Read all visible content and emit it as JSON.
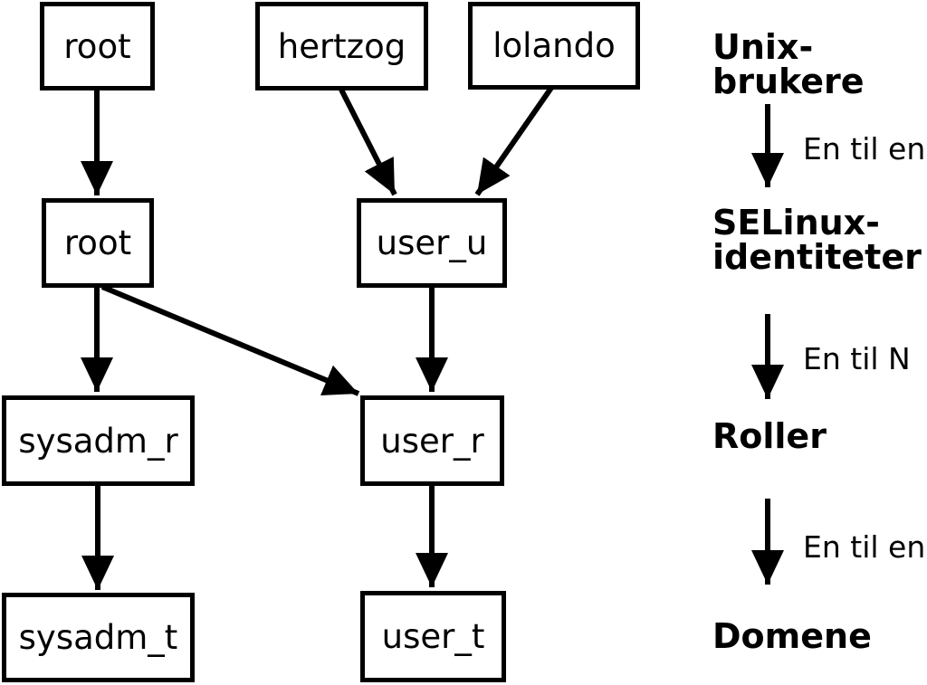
{
  "diagram": {
    "title_visible": false,
    "colors": {
      "foreground": "#000000",
      "background": "#ffffff"
    },
    "nodes": {
      "unix_root": "root",
      "unix_hertzog": "hertzog",
      "unix_lolando": "lolando",
      "selinux_root": "root",
      "selinux_user_u": "user_u",
      "role_sysadm_r": "sysadm_r",
      "role_user_r": "user_r",
      "domain_sysadm_t": "sysadm_t",
      "domain_user_t": "user_t"
    },
    "edges": [
      {
        "from": "unix_root",
        "to": "selinux_root"
      },
      {
        "from": "unix_hertzog",
        "to": "selinux_user_u"
      },
      {
        "from": "unix_lolando",
        "to": "selinux_user_u"
      },
      {
        "from": "selinux_root",
        "to": "role_sysadm_r"
      },
      {
        "from": "selinux_root",
        "to": "role_user_r"
      },
      {
        "from": "selinux_user_u",
        "to": "role_user_r"
      },
      {
        "from": "role_sysadm_r",
        "to": "domain_sysadm_t"
      },
      {
        "from": "role_user_r",
        "to": "domain_user_t"
      }
    ],
    "legend": {
      "level1": "Unix-brukere",
      "rel1": "En til en",
      "level2": "SELinux-\nidentiteter",
      "rel2": "En til N",
      "level3": "Roller",
      "rel3": "En til en",
      "level4": "Domene"
    }
  }
}
